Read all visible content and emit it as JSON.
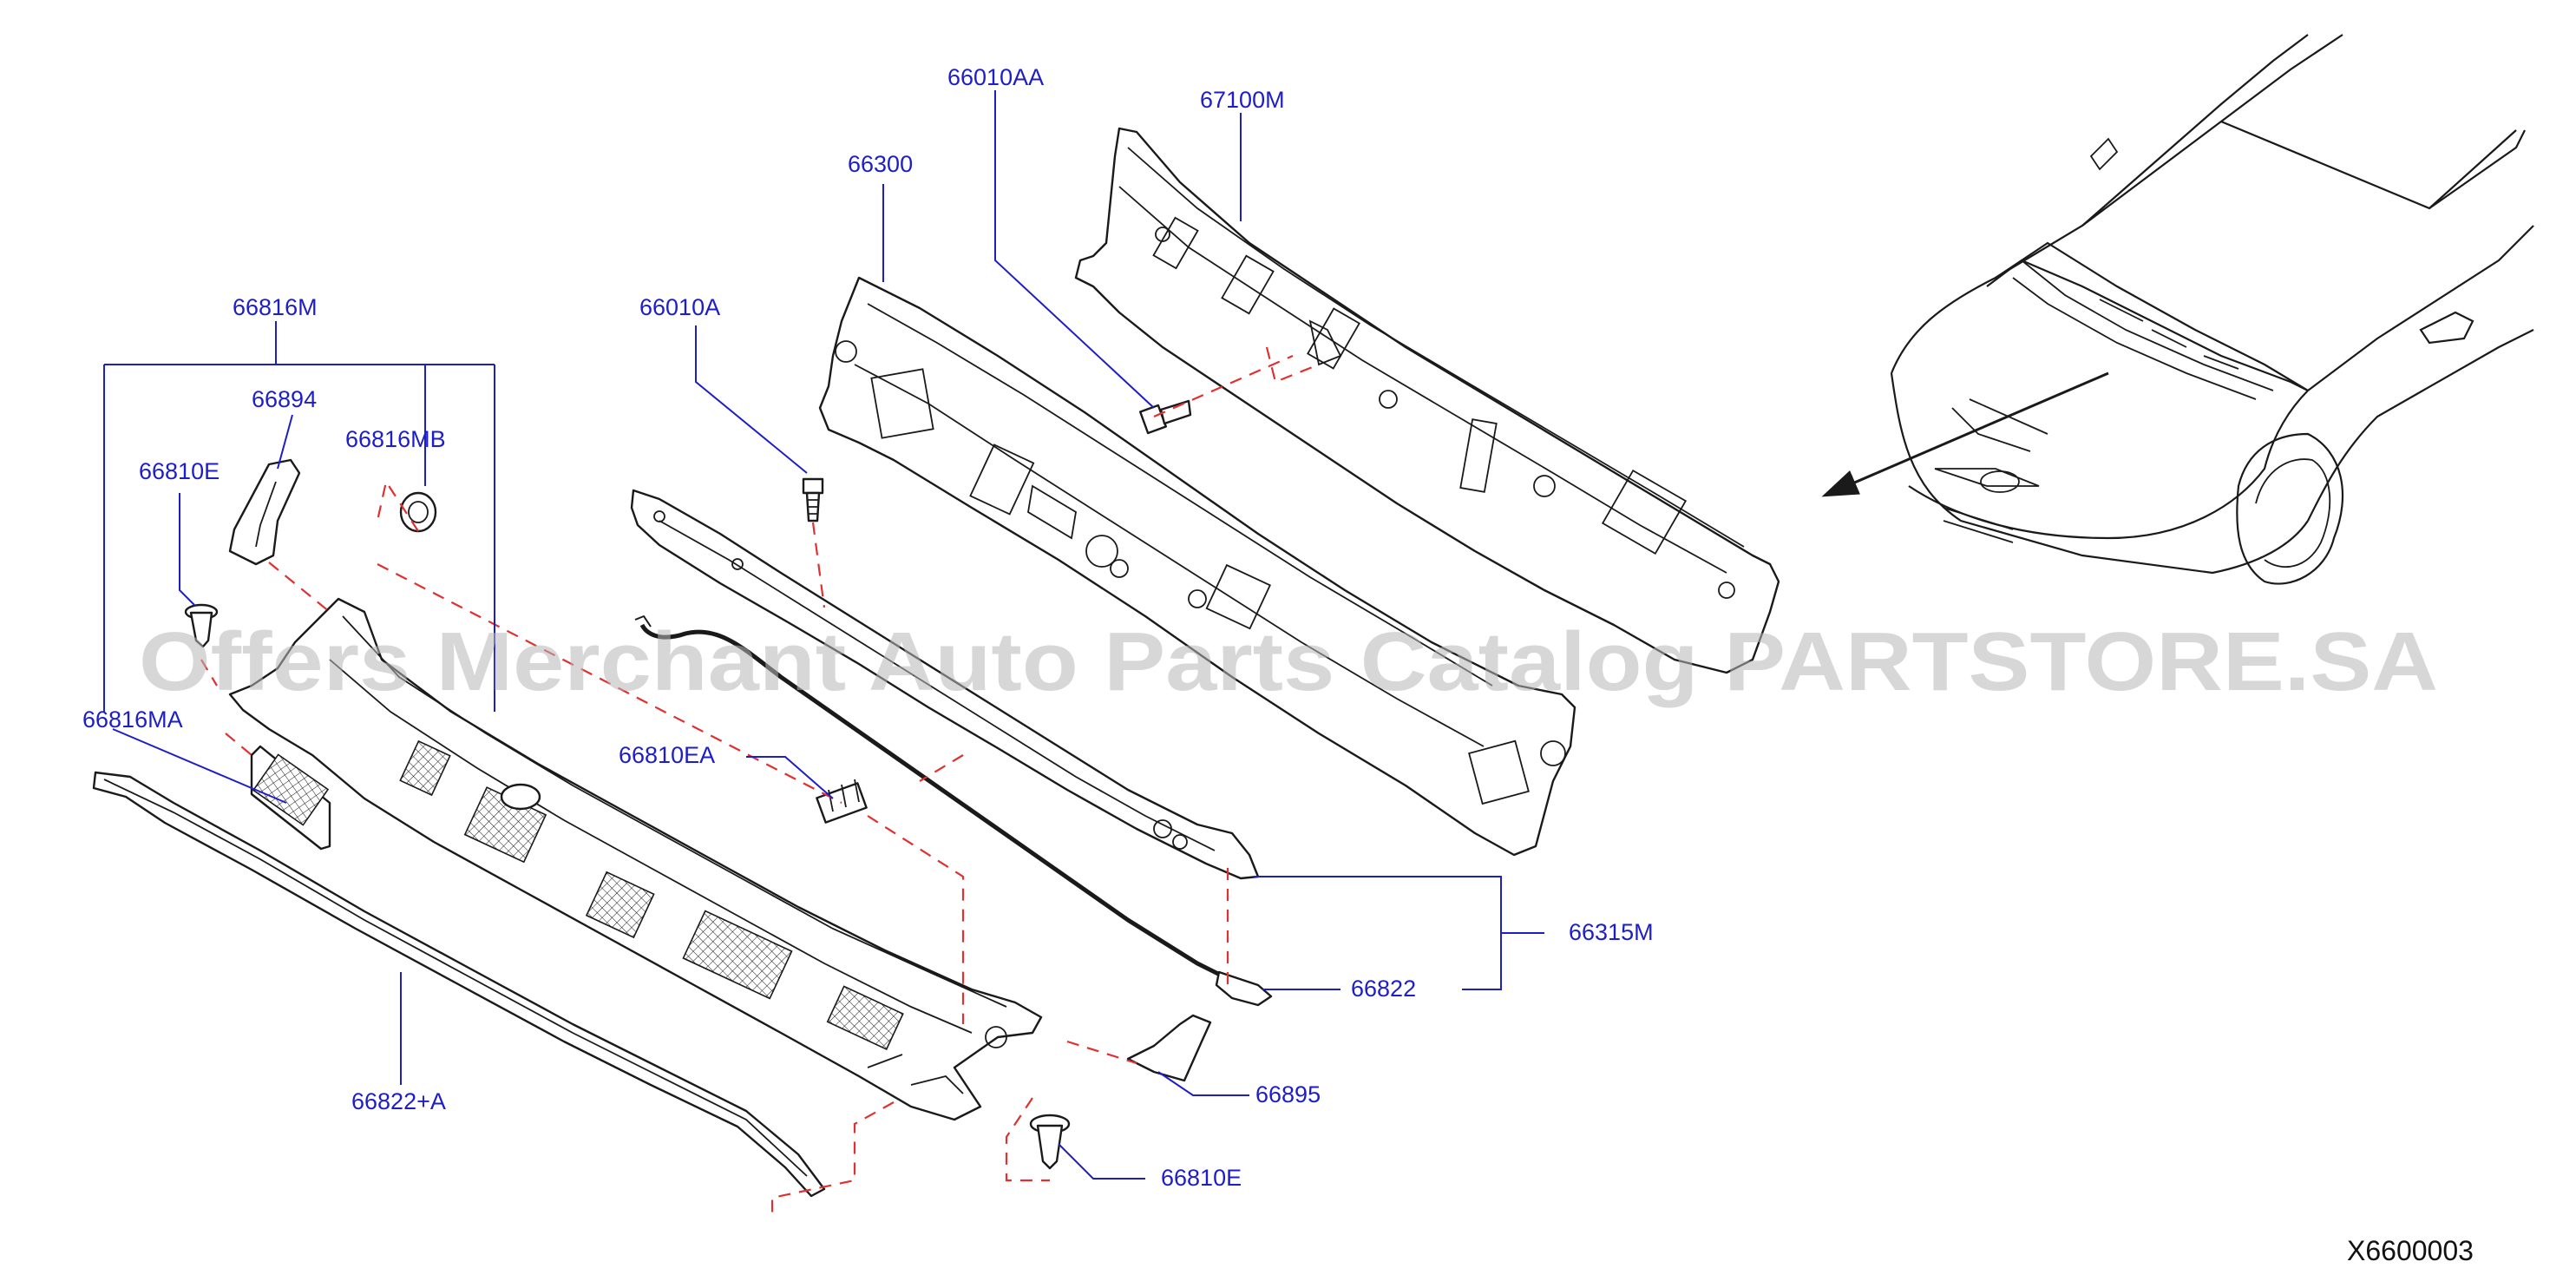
{
  "labels": {
    "l66010AA": "66010AA",
    "l67100M": "67100M",
    "l66300": "66300",
    "l66010A": "66010A",
    "l66816M": "66816M",
    "l66894": "66894",
    "l66816MB": "66816MB",
    "l66810E_top": "66810E",
    "l66816MA": "66816MA",
    "l66810EA": "66810EA",
    "l66315M": "66315M",
    "l66822": "66822",
    "l66895": "66895",
    "l66822A": "66822+A",
    "l66810E_bottom": "66810E"
  },
  "watermark": "Offers Merchant Auto Parts Catalog PARTSTORE.SA",
  "diagram_code": "X6600003",
  "colors": {
    "label_blue": "#1e1ec8",
    "dashed_red": "#e03030",
    "line_black": "#1a1a1a",
    "watermark_gray": "#b8b8b8"
  }
}
